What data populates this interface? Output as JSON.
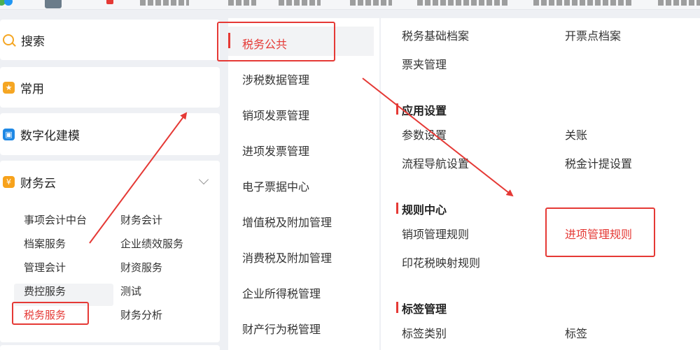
{
  "left_nav": {
    "search_label": "搜索",
    "common_label": "常用",
    "digital_modeling_label": "数字化建模",
    "finance_cloud": {
      "label": "财务云",
      "items": [
        {
          "label": "事项会计中台"
        },
        {
          "label": "财务会计"
        },
        {
          "label": "档案服务"
        },
        {
          "label": "企业绩效服务"
        },
        {
          "label": "管理会计"
        },
        {
          "label": "财资服务"
        },
        {
          "label": "费控服务"
        },
        {
          "label": "测试"
        },
        {
          "label": "税务服务"
        },
        {
          "label": "财务分析"
        }
      ],
      "active_item": "税务服务"
    }
  },
  "middle_menu": {
    "items": [
      {
        "label": "税务公共"
      },
      {
        "label": "涉税数据管理"
      },
      {
        "label": "销项发票管理"
      },
      {
        "label": "进项发票管理"
      },
      {
        "label": "电子票据中心"
      },
      {
        "label": "增值税及附加管理"
      },
      {
        "label": "消费税及附加管理"
      },
      {
        "label": "企业所得税管理"
      },
      {
        "label": "财产行为税管理"
      }
    ],
    "active_item": "税务公共"
  },
  "right_panel": {
    "top_items": [
      "税务基础档案",
      "开票点档案",
      "票夹管理"
    ],
    "sections": [
      {
        "title": "应用设置",
        "items": [
          "参数设置",
          "关账",
          "流程导航设置",
          "税金计提设置"
        ]
      },
      {
        "title": "规则中心",
        "items": [
          "销项管理规则",
          "进项管理规则",
          "印花税映射规则"
        ]
      },
      {
        "title": "标签管理",
        "items": [
          "标签类别",
          "标签"
        ]
      }
    ],
    "highlighted_item": "进项管理规则"
  },
  "colors": {
    "accent_red": "#e53935",
    "search_orange": "#f5a623",
    "common_yellow": "#f5a623",
    "modeling_blue": "#1e88e5",
    "finance_orange": "#f7a21b"
  }
}
